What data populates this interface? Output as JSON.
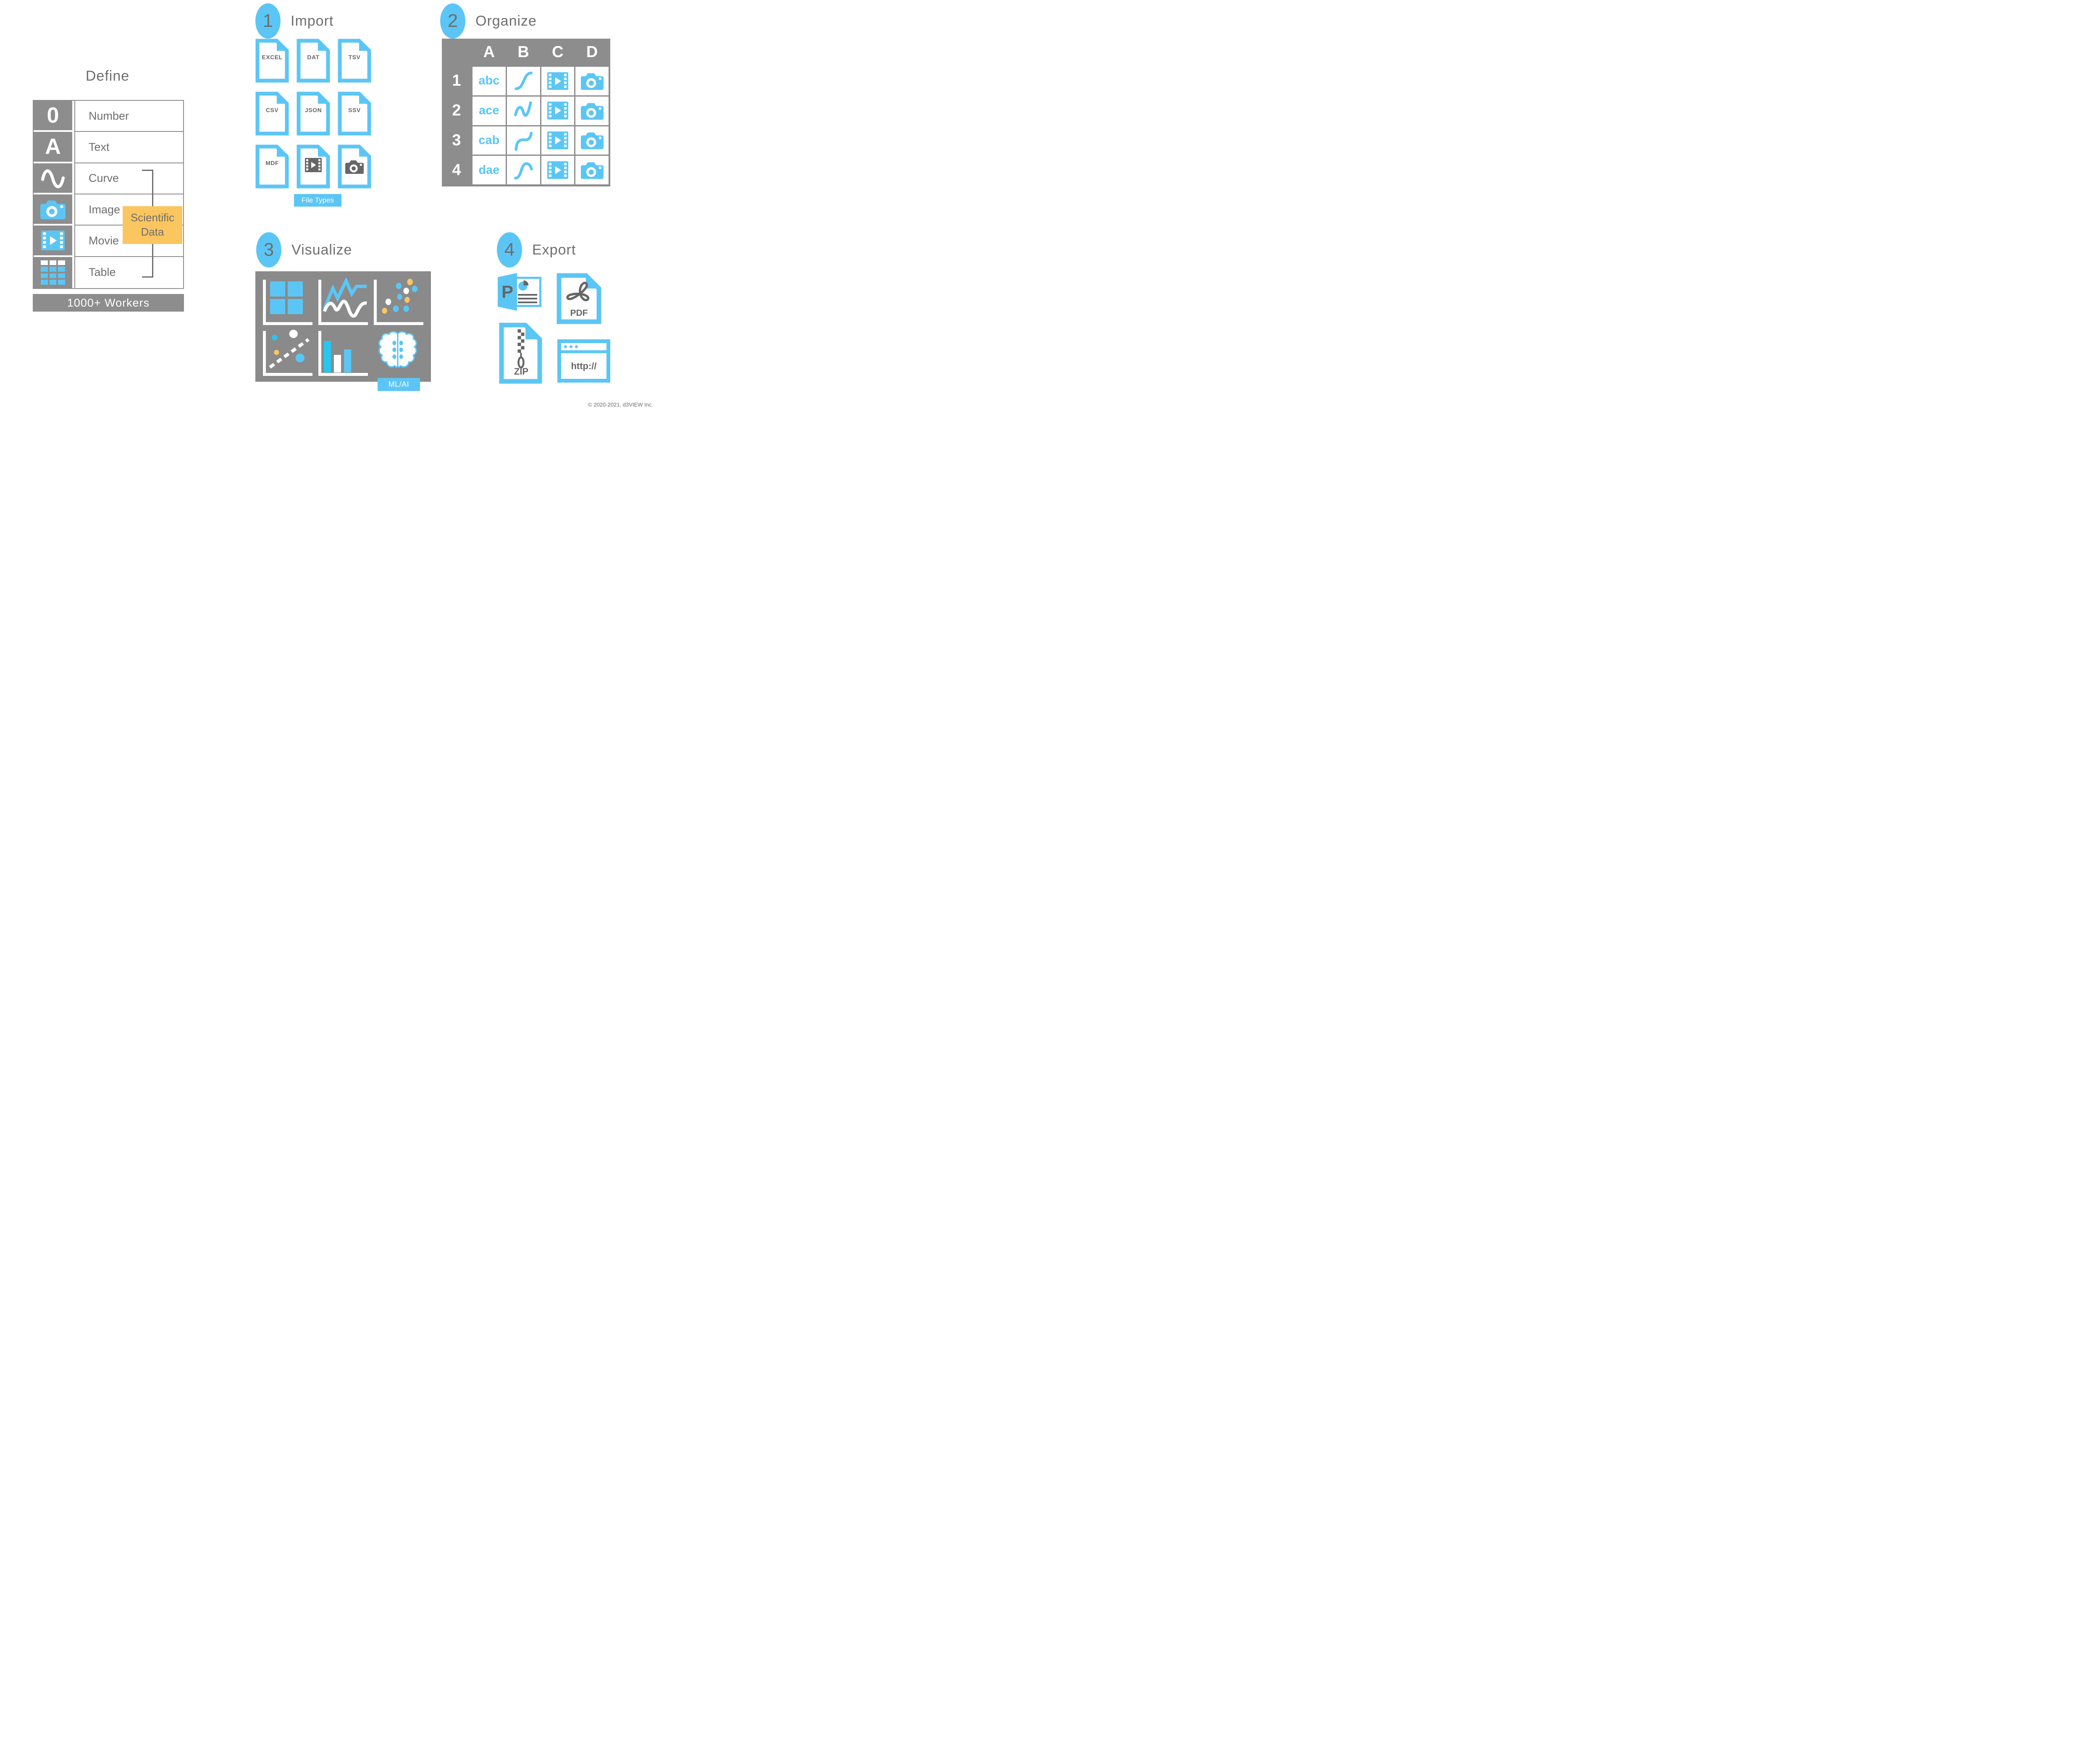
{
  "page": {
    "title": "d3VIEW data workflow diagram"
  },
  "colors": {
    "blue": "#5bc6f5",
    "cyan": "#29c5f1",
    "yellow": "#fbc65f",
    "panel_gray": "#8a8a8a",
    "cell_gray": "#8d8d8d",
    "text_gray": "#6e6e6e",
    "dark_gray": "#666666"
  },
  "define": {
    "title": "Define",
    "zero_glyph": "0",
    "letter_glyph": "A",
    "rows": [
      {
        "icon": "zero-icon",
        "label": "Number"
      },
      {
        "icon": "letter-a-icon",
        "label": "Text"
      },
      {
        "icon": "curve-icon",
        "label": "Curve"
      },
      {
        "icon": "camera-icon",
        "label": "Image"
      },
      {
        "icon": "movie-icon",
        "label": "Movie"
      },
      {
        "icon": "table-grid-icon",
        "label": "Table"
      }
    ],
    "scientific_data_label": "Scientific Data",
    "workers_label": "1000+ Workers"
  },
  "import": {
    "step_number": "1",
    "title": "Import",
    "files": [
      {
        "label": "EXCEL"
      },
      {
        "label": "DAT"
      },
      {
        "label": "TSV"
      },
      {
        "label": "CSV"
      },
      {
        "label": "JSON"
      },
      {
        "label": "SSV"
      },
      {
        "label": "MDF"
      },
      {
        "icon": "movie-icon"
      },
      {
        "icon": "camera-icon"
      }
    ],
    "badge": "File Types"
  },
  "organize": {
    "step_number": "2",
    "title": "Organize",
    "column_headers": [
      "A",
      "B",
      "C",
      "D"
    ],
    "rows": [
      {
        "number": "1",
        "a": "abc",
        "b": "curve-icon",
        "c": "movie-icon",
        "d": "camera-icon"
      },
      {
        "number": "2",
        "a": "ace",
        "b": "curve-icon",
        "c": "movie-icon",
        "d": "camera-icon"
      },
      {
        "number": "3",
        "a": "cab",
        "b": "curve-icon",
        "c": "movie-icon",
        "d": "camera-icon"
      },
      {
        "number": "4",
        "a": "dae",
        "b": "curve-icon",
        "c": "movie-icon",
        "d": "camera-icon"
      }
    ]
  },
  "visualize": {
    "step_number": "3",
    "title": "Visualize",
    "charts": [
      "heatmap",
      "line-chart",
      "scatter-plot",
      "scatter-trend-line",
      "bar-chart",
      "ml-brain"
    ],
    "badge": "ML/AI"
  },
  "export": {
    "step_number": "4",
    "title": "Export",
    "powerpoint_letter": "P",
    "pdf_label": "PDF",
    "zip_label": "ZIP",
    "browser_label": "http://"
  },
  "footer": {
    "copyright": "© 2020-2021, d3VIEW Inc."
  }
}
